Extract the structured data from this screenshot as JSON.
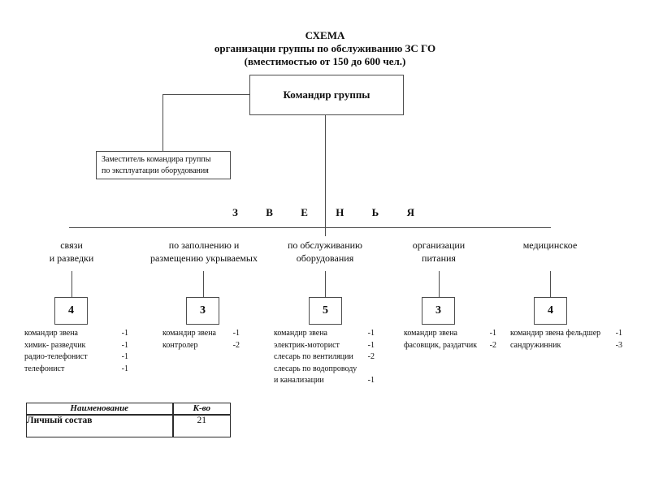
{
  "title": {
    "line1": "СХЕМА",
    "line2": "организации группы по обслуживанию ЗС ГО",
    "line3": "(вместимостью от 150 до 600 чел.)"
  },
  "commander": {
    "label": "Командир группы"
  },
  "deputy": {
    "line1": "Заместитель командира группы",
    "line2": "по эксплуатации оборудования"
  },
  "zvenya": [
    "З",
    "В",
    "Е",
    "Н",
    "Ь",
    "Я"
  ],
  "branches": [
    {
      "label_line1": "связи",
      "label_line2": "и разведки",
      "count": "4",
      "personnel": [
        {
          "role": "командир звена",
          "qty": "-1"
        },
        {
          "role": "химик- разведчик",
          "qty": "-1"
        },
        {
          "role": "радио-телефонист",
          "qty": "-1"
        },
        {
          "role": "телефонист",
          "qty": "-1"
        }
      ]
    },
    {
      "label_line1": "по заполнению и",
      "label_line2": "размещению укрываемых",
      "count": "3",
      "personnel": [
        {
          "role": "командир звена",
          "qty": "-1"
        },
        {
          "role": "контролер",
          "qty": "-2"
        }
      ]
    },
    {
      "label_line1": "по обслуживанию",
      "label_line2": "оборудования",
      "count": "5",
      "personnel": [
        {
          "role": "командир звена",
          "qty": "-1"
        },
        {
          "role": "электрик-моторист",
          "qty": "-1"
        },
        {
          "role": "слесарь по вентиляции",
          "qty": "-2"
        },
        {
          "role": "слесарь по водопроводу",
          "qty": ""
        },
        {
          "role": "и канализации",
          "qty": "-1"
        }
      ]
    },
    {
      "label_line1": "организации",
      "label_line2": "питания",
      "count": "3",
      "personnel": [
        {
          "role": "командир звена",
          "qty": "-1"
        },
        {
          "role": "фасовщик, раздатчик",
          "qty": "-2"
        }
      ]
    },
    {
      "label_line1": "медицинское",
      "label_line2": "",
      "count": "4",
      "personnel": [
        {
          "role": "командир звена фельдшер",
          "qty": "-1"
        },
        {
          "role": "сандружинник",
          "qty": "-3"
        }
      ]
    }
  ],
  "table": {
    "headers": [
      "Наименование",
      "К-во"
    ],
    "rows": [
      [
        "Личный состав",
        "21"
      ]
    ]
  }
}
